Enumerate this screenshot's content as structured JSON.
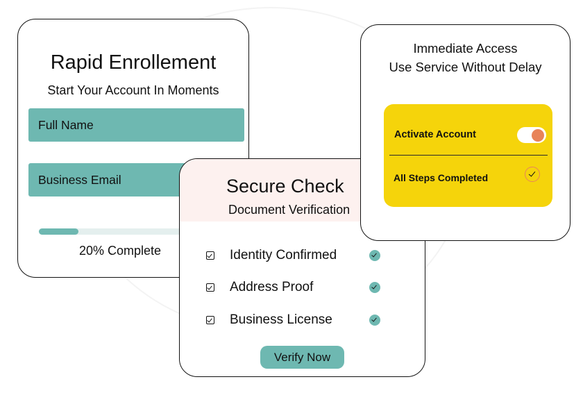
{
  "enrollment": {
    "title": "Rapid Enrollement",
    "subtitle": "Start Your Account In Moments",
    "full_name_field": "Full Name",
    "business_email_field": "Business Email",
    "progress_percent": 20,
    "progress_text": "20% Complete"
  },
  "secure_check": {
    "title": "Secure Check",
    "subtitle": "Document Verification",
    "items": [
      {
        "label": "Identity Confirmed"
      },
      {
        "label": "Address Proof"
      },
      {
        "label": "Business License"
      }
    ],
    "verify_button": "Verify Now"
  },
  "access": {
    "title": "Immediate Access",
    "subtitle": "Use Service Without Delay",
    "activate_label": "Activate Account",
    "activate_on": true,
    "steps_label": "All Steps Completed"
  },
  "colors": {
    "teal": "#6eb8b1",
    "yellow": "#f5d40b",
    "orange": "#e8845a",
    "blush": "#fdf1ef"
  },
  "icons": {
    "checkbox": "checkbox-checked-icon",
    "status": "check-circle-icon",
    "toggle": "toggle-switch-icon"
  }
}
